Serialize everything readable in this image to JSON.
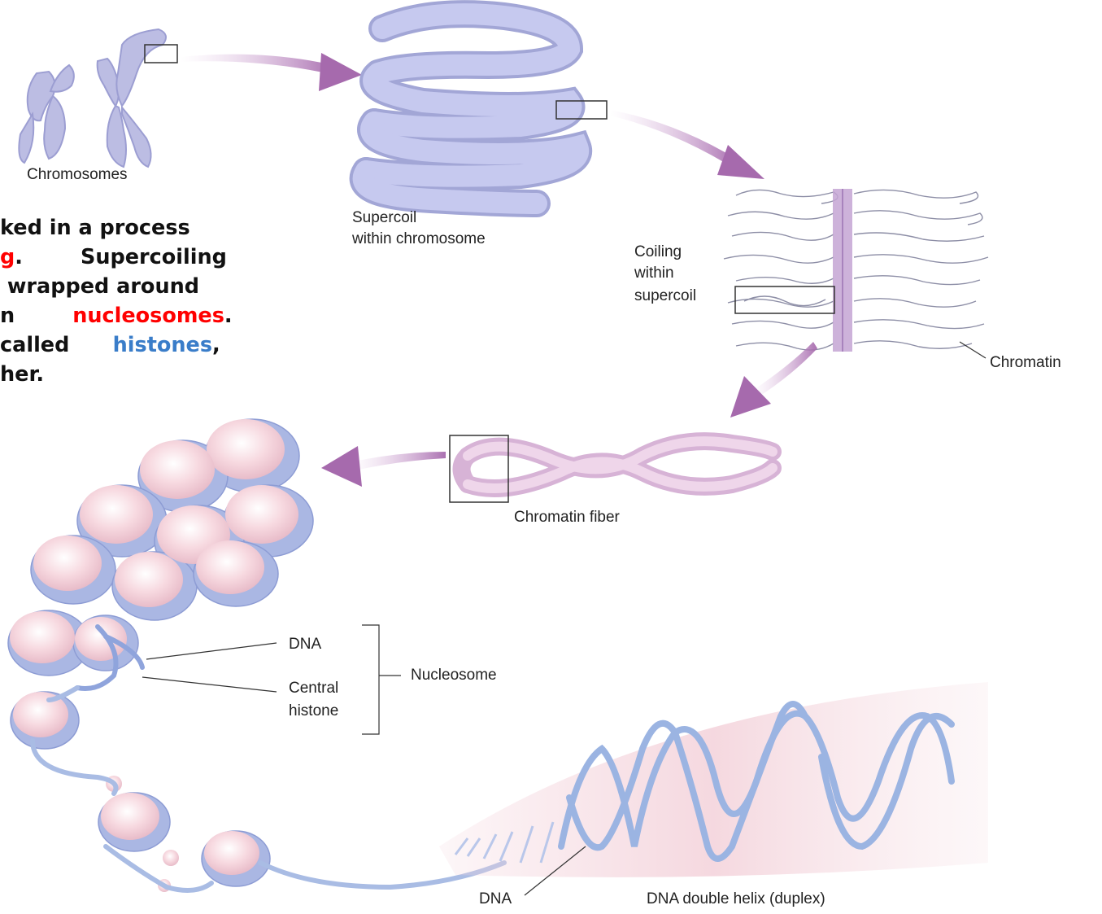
{
  "paragraph": {
    "lines": [
      [
        {
          "text": "ked in a process",
          "style": "normal"
        }
      ],
      [
        {
          "text": "g",
          "style": "red"
        },
        {
          "text": ".        Supercoiling",
          "style": "normal"
        }
      ],
      [
        {
          "text": " wrapped around",
          "style": "normal"
        }
      ],
      [
        {
          "text": "n        ",
          "style": "normal"
        },
        {
          "text": "nucleosomes",
          "style": "red"
        },
        {
          "text": ".",
          "style": "normal"
        }
      ],
      [
        {
          "text": "called      ",
          "style": "normal"
        },
        {
          "text": "histones",
          "style": "blue"
        },
        {
          "text": ",",
          "style": "normal"
        }
      ],
      [
        {
          "text": "her.",
          "style": "normal"
        }
      ]
    ]
  },
  "labels": {
    "chromosomes": "Chromosomes",
    "supercoil_line1": "Supercoil",
    "supercoil_line2": "within chromosome",
    "coiling_line1": "Coiling",
    "coiling_line2": "within",
    "coiling_line3": "supercoil",
    "chromatin": "Chromatin",
    "chromatin_fiber": "Chromatin fiber",
    "dna_top": "DNA",
    "central_line1": "Central",
    "central_line2": "histone",
    "nucleosome": "Nucleosome",
    "dna_bottom": "DNA",
    "double_helix": "DNA double helix (duplex)"
  },
  "colors": {
    "chromosome_fill": "#b8b9e0",
    "coil_fill": "#c0c2e8",
    "arrow": "#b07ab5",
    "nucleosome_pink": "#f6d6de",
    "histone_blue": "#aab7e3",
    "dna_blue": "#8fb0e0",
    "text_red": "#ff0000",
    "text_blue": "#3a7dc9"
  }
}
